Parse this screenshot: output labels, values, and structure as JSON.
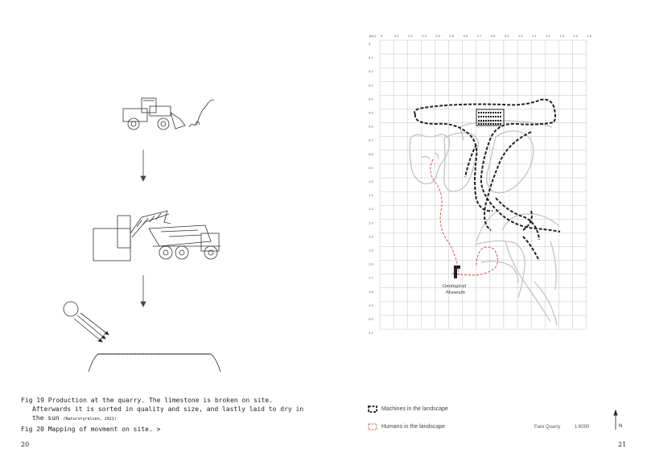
{
  "left_page": {
    "caption_line1": "Fig 19 Production at the quarry. The limestone is broken on site.",
    "caption_line2": "Afterwards it is sorted in quality and size, and lastly laid to dry in",
    "caption_line3": "the sun",
    "caption_source": "(Naturstyrelsen, 2021)",
    "fig20": "Fig 20 Mapping of movment on site. >",
    "page_number": "20"
  },
  "right_page": {
    "grid_unit": "[km]",
    "x_ticks": [
      "0",
      "0.1",
      "0.2",
      "0.3",
      "0.4",
      "0.5",
      "0.6",
      "0.7",
      "0.8",
      "0.9",
      "1.0",
      "1.1",
      "1.2",
      "1.3",
      "1.4",
      "1.5"
    ],
    "y_ticks": [
      "0",
      "0.1",
      "0.2",
      "0.3",
      "0.4",
      "0.5",
      "0.6",
      "0.7",
      "0.8",
      "0.9",
      "1.0",
      "1.1",
      "1.2",
      "1.3",
      "1.4",
      "1.5",
      "1.6",
      "1.7",
      "1.8",
      "1.9",
      "2.0",
      "2.1"
    ],
    "museum_label_1": "Geological",
    "museum_label_2": "Museum",
    "legend_machines": "Machines in the landscape",
    "legend_humans": "Humans in the landscape",
    "quarry_name": "Fare Quarry",
    "scale": "1:6000",
    "north": "N",
    "page_number": "21",
    "colors": {
      "machines": "#222222",
      "humans": "#d23c3c",
      "roads": "#c8c8c8",
      "grid": "#b0b0b0"
    }
  }
}
